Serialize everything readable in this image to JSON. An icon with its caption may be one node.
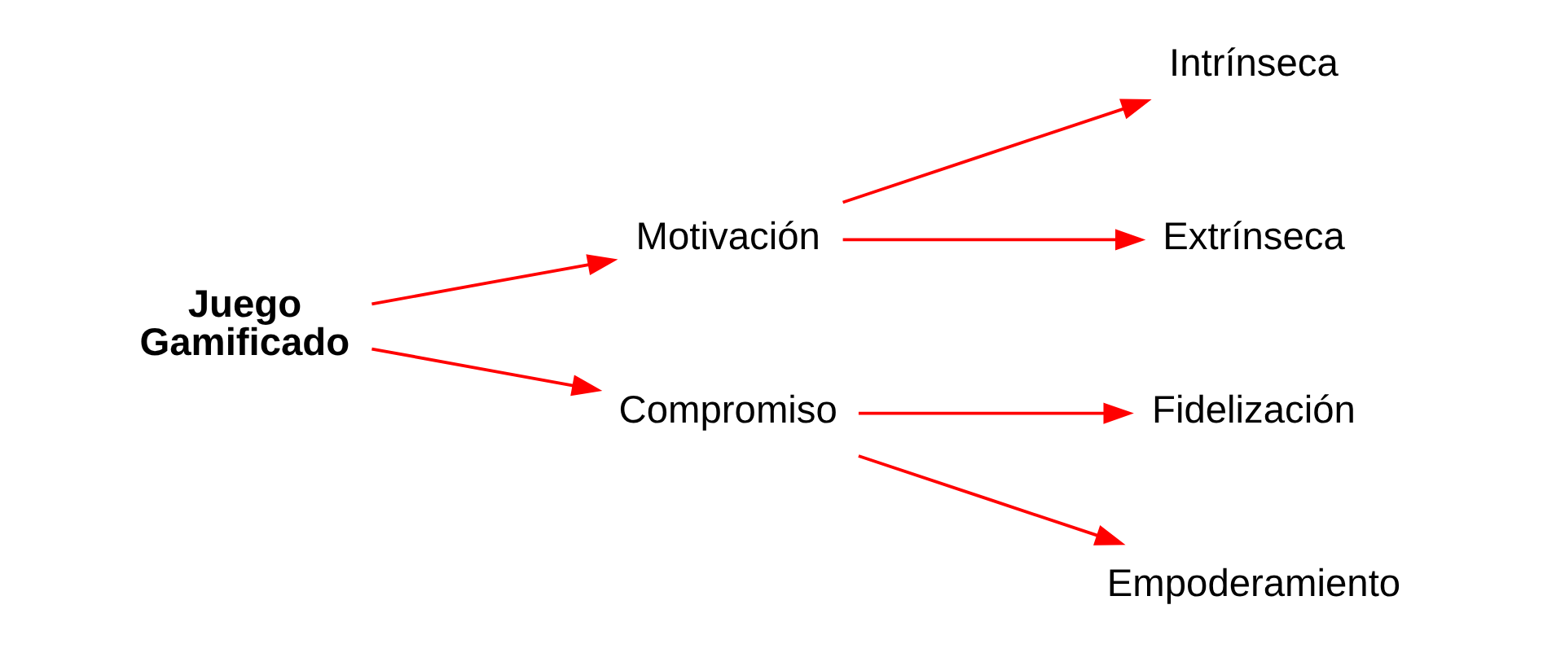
{
  "diagram": {
    "nodes": [
      {
        "text": [
          "Juego Gamificado"
        ]
      },
      {
        "text": [
          "Motivación"
        ]
      },
      {
        "text": [
          "Compromiso"
        ]
      },
      {
        "text": [
          "Intrínseca"
        ]
      },
      {
        "text": [
          "Extrínseca"
        ]
      },
      {
        "text": [
          "Fidelización"
        ]
      },
      {
        "text": [
          "Empoderamiento"
        ]
      }
    ],
    "edges": [
      {
        "from": 0,
        "to": 1,
        "arrow": "to"
      },
      {
        "from": 0,
        "to": 2,
        "arrow": "to"
      },
      {
        "from": 1,
        "to": 3,
        "arrow": "to"
      },
      {
        "from": 1,
        "to": 4,
        "arrow": "to"
      },
      {
        "from": 2,
        "to": 5,
        "arrow": "to"
      },
      {
        "from": 2,
        "to": 6,
        "arrow": "to"
      }
    ]
  }
}
